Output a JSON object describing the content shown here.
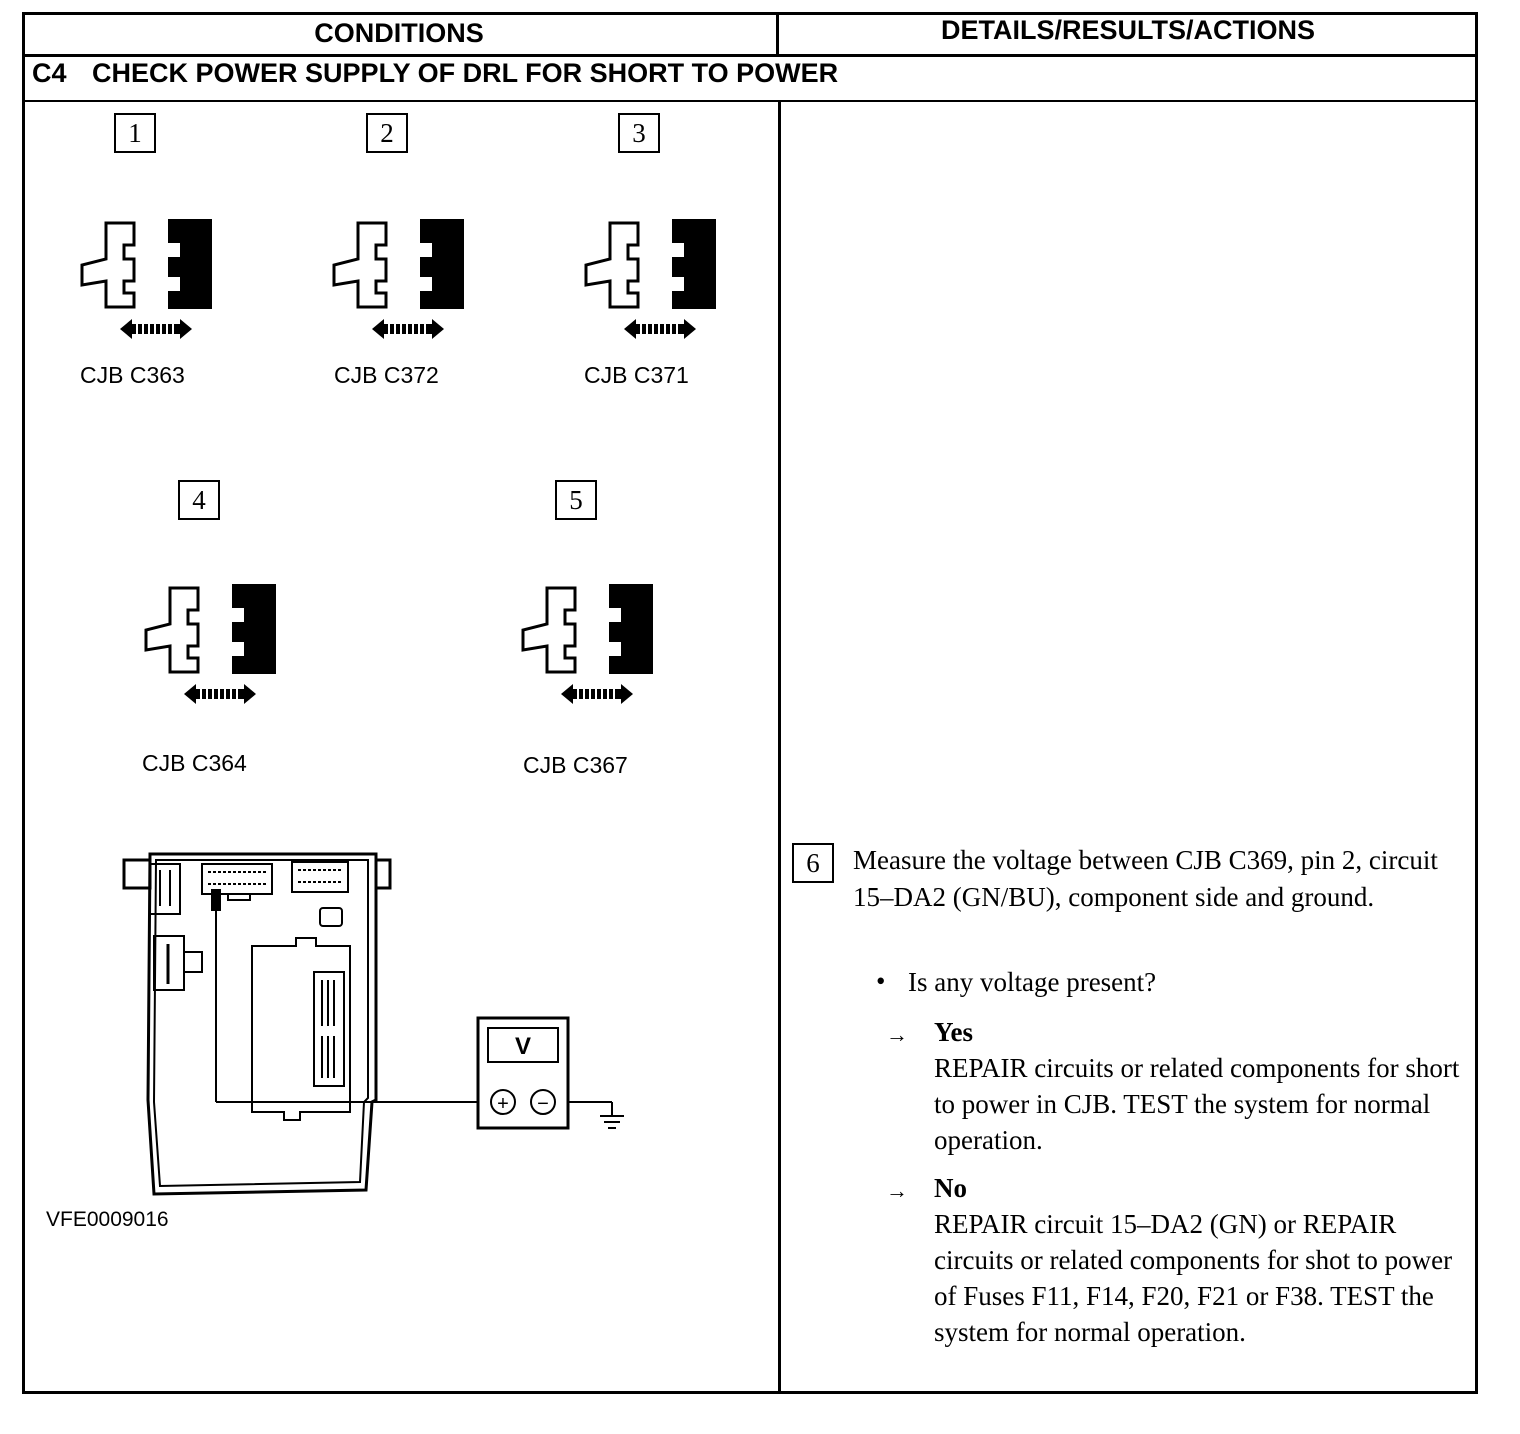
{
  "table": {
    "col_conditions": "CONDITIONS",
    "col_details": "DETAILS/RESULTS/ACTIONS",
    "step_code": "C4",
    "step_title": "CHECK POWER SUPPLY OF DRL FOR SHORT TO POWER"
  },
  "connectors": [
    {
      "num": "1",
      "label": "CJB C363"
    },
    {
      "num": "2",
      "label": "CJB C372"
    },
    {
      "num": "3",
      "label": "CJB C371"
    },
    {
      "num": "4",
      "label": "CJB C364"
    },
    {
      "num": "5",
      "label": "CJB C367"
    }
  ],
  "figure_id": "VFE0009016",
  "meter": {
    "label": "V",
    "plus": "+",
    "minus": "−"
  },
  "action": {
    "num": "6",
    "text": "Measure the voltage between CJB C369, pin 2, circuit 15–DA2 (GN/BU), component side and ground.",
    "question": "Is any voltage present?",
    "yes_label": "Yes",
    "yes_text": "REPAIR circuits or related components for short to power in CJB. TEST the system for normal operation.",
    "no_label": "No",
    "no_text": "REPAIR circuit 15–DA2 (GN) or REPAIR circuits or related components for shot to power of Fuses F11, F14, F20, F21 or F38. TEST the system for normal operation."
  }
}
